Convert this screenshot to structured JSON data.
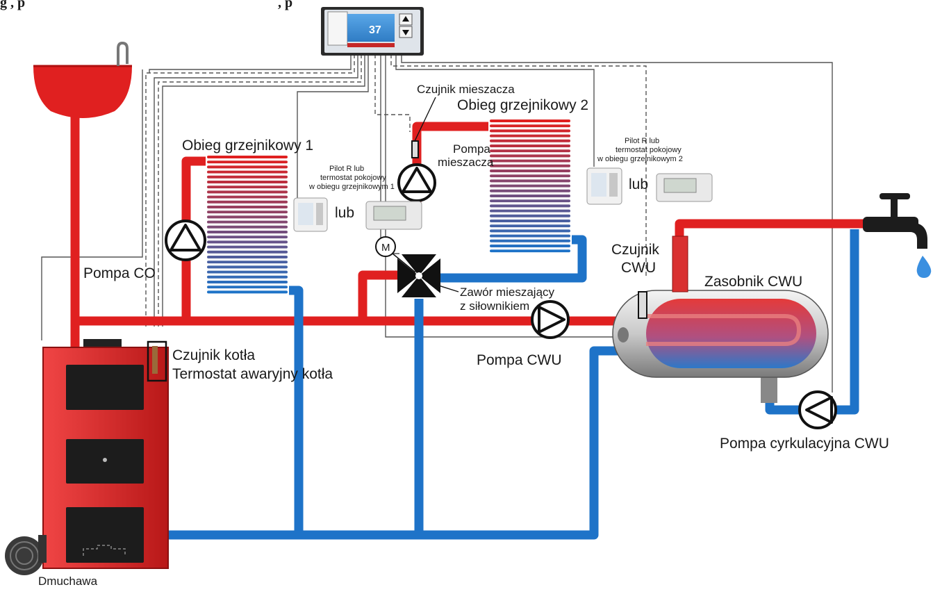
{
  "header": {
    "text_left": "g , p",
    "text_right": ", p"
  },
  "controller": {
    "display_value": "37",
    "up_icon": "arrow-up-icon",
    "down_icon": "arrow-down-icon"
  },
  "labels": {
    "circuit1": "Obieg grzejnikowy 1",
    "circuit2": "Obieg grzejnikowy 2",
    "mixer_sensor": "Czujnik mieszacza",
    "mixer_pump_1": "Pompa",
    "mixer_pump_2": "mieszacza",
    "co_pump": "Pompa CO",
    "motor": "M",
    "valve_1": "Zawór mieszający",
    "valve_2": "z siłownikiem",
    "cwu_pump": "Pompa CWU",
    "cwu_sensor_1": "Czujnik",
    "cwu_sensor_2": "CWU",
    "tank": "Zasobnik CWU",
    "circ_pump": "Pompa cyrkulacyjna CWU",
    "boiler_sensor_1": "Czujnik kotła",
    "boiler_sensor_2": "Termostat awaryjny kotła",
    "blower": "Dmuchawa",
    "or_1": "lub",
    "or_2": "lub",
    "pilot1_1": "Pilot R lub",
    "pilot1_2": "termostat pokojowy",
    "pilot1_3": "w obiegu grzejnikowym 1",
    "pilot2_1": "Pilot R lub",
    "pilot2_2": "termostat pokojowy",
    "pilot2_3": "w obiegu grzejnikowym 2"
  },
  "colors": {
    "hot": "#e02020",
    "cold": "#1e73c8",
    "boiler": "#d4201f",
    "wire": "#555555"
  }
}
